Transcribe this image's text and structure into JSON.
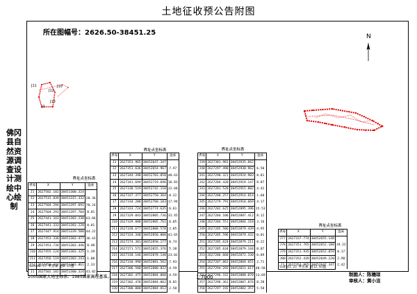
{
  "title": "土地征收预公告附图",
  "sheet_label": "所在图幅号：2626.50-38451.25",
  "north_label": "N",
  "side_label": "佛冈县自然资源调查设计测绘中心绘制",
  "map_labels": [
    "J13",
    "J12",
    "J1",
    "J11",
    "J10"
  ],
  "table_title": "界址点坐标表",
  "headers": [
    "点号",
    "X",
    "Y",
    "边长"
  ],
  "table1": {
    "rows": [
      [
        "J1",
        "2627502.182",
        "38451300.324"
      ],
      [
        "J2",
        "2627515.839",
        "38451315.332"
      ],
      [
        "J3",
        "2627504.294",
        "38451397.691"
      ],
      [
        "J4",
        "2627504.293",
        "38451397.704"
      ],
      [
        "J5",
        "2627441.343",
        "38451383.230"
      ],
      [
        "J6",
        "2627441.333",
        "38451383.228"
      ],
      [
        "J7",
        "2627447.914",
        "38451339.500"
      ],
      [
        "J8",
        "2627453.336",
        "38451303.477"
      ],
      [
        "J9",
        "2627453.734",
        "38451303.446"
      ],
      [
        "J10",
        "2627455.124",
        "38451303.325"
      ],
      [
        "J11",
        "2627456.119",
        "38451303.243"
      ],
      [
        "J12",
        "2627458.444",
        "38451303.061"
      ],
      [
        "J1",
        "2627502.182",
        "38451300.324"
      ]
    ],
    "dists": [
      "20.36",
      "78.24",
      "0.01",
      "63.66",
      "0.01",
      "44.22",
      "36.43",
      "0.40",
      "1.39",
      "1.00",
      "2.33",
      "43.82"
    ],
    "area": "S=5448.57 平方米  合8.17亩"
  },
  "table2": {
    "rows": [
      [
        "J1",
        "2627353.965",
        "38452647.347"
      ],
      [
        "J2",
        "2627351.636",
        "38452654.967"
      ],
      [
        "J3",
        "2627344.398",
        "38452703.058"
      ],
      [
        "J4",
        "2627341.694",
        "38452719.696"
      ],
      [
        "J5",
        "2627338.519",
        "38452742.118"
      ],
      [
        "J6",
        "2627337.377",
        "38452750.364"
      ],
      [
        "J7",
        "2627334.208",
        "38452768.103"
      ],
      [
        "J8",
        "2627333.724",
        "38452774.635"
      ],
      [
        "J9",
        "2627329.043",
        "38452805.736"
      ],
      [
        "J10",
        "2627329.088",
        "38452805.761"
      ],
      [
        "J11",
        "2627328.677",
        "38452808.578"
      ],
      [
        "J12",
        "2627324.348",
        "38452850.000"
      ],
      [
        "J13",
        "2627274.301",
        "38452850.177"
      ],
      [
        "J14",
        "2627271.572",
        "38452855.376"
      ],
      [
        "J15",
        "2627318.146",
        "38452878.140"
      ],
      [
        "J16",
        "2627310.990",
        "38452881.562"
      ],
      [
        "J17",
        "2627306.580",
        "38452880.822"
      ],
      [
        "J18",
        "2627302.475",
        "38452884.060"
      ],
      [
        "J19",
        "2627302.470",
        "38452884.062"
      ],
      [
        "J20",
        "2627300.000",
        "38452884.812"
      ]
    ],
    "dists": [
      "7.97",
      "48.63",
      "16.83",
      "22.68",
      "8.22",
      "17.94",
      "6.61",
      "31.45",
      "0.05",
      "2.85",
      "41.65",
      "0.74",
      "5.38",
      "23.02",
      "7.93",
      "4.59",
      "4.59",
      "0.01",
      "2.58"
    ]
  },
  "table3": {
    "rows": [
      [
        "J39",
        "2627301.981",
        "38452935.662"
      ],
      [
        "J40",
        "2627297.490",
        "38452930.962"
      ],
      [
        "J41",
        "2627290.321",
        "38452924.903"
      ],
      [
        "J42",
        "2627284.420",
        "38452919.147"
      ],
      [
        "J43",
        "2627281.520",
        "38452915.802"
      ],
      [
        "J44",
        "2627280.257",
        "38452914.814"
      ],
      [
        "J45",
        "2627279.791",
        "38452910.669"
      ],
      [
        "J46",
        "2627282.625",
        "38452895.396"
      ],
      [
        "J47",
        "2627284.106",
        "38452887.412"
      ],
      [
        "J48",
        "2627284.551",
        "38452884.310"
      ],
      [
        "J49",
        "2627285.586",
        "38452879.439"
      ],
      [
        "J50",
        "2627285.596",
        "38452879.432"
      ],
      [
        "J51",
        "2627285.624",
        "38452879.211"
      ],
      [
        "J52",
        "2627285.634",
        "38452879.144"
      ],
      [
        "J53",
        "2627286.660",
        "38452872.330"
      ],
      [
        "J54",
        "2627287.063",
        "38452869.651"
      ],
      [
        "J55",
        "2627294.293",
        "38452821.617"
      ],
      [
        "J56",
        "2627296.332",
        "38452808.070"
      ],
      [
        "J57",
        "2627296.361",
        "38452807.876"
      ],
      [
        "J58",
        "2627297.192",
        "38452802.357"
      ]
    ],
    "dists": [
      "6.50",
      "8.81",
      "8.87",
      "4.42",
      "1.60",
      "4.17",
      "15.53",
      "8.12",
      "3.16",
      "4.95",
      "0.01",
      "0.22",
      "0.07",
      "6.89",
      "2.71",
      "48.58",
      "13.69",
      "0.20",
      "5.58"
    ]
  },
  "table4": {
    "rows": [
      [
        "J77",
        "2627337.774",
        "38452655.148"
      ],
      [
        "J78",
        "2627351.765",
        "38452652.188"
      ],
      [
        "J79",
        "2627351.935",
        "38452652.059"
      ],
      [
        "J80",
        "2627352.439",
        "38452649.220"
      ],
      [
        "J1",
        "2627353.965",
        "38452647.347"
      ]
    ],
    "dists": [
      "19.22",
      "0.17",
      "2.98",
      "2.42"
    ],
    "area": "S=8541.25 平方米  合12.81亩"
  },
  "note": "2000国家大地坐标系、1985国家高程基准。",
  "scale": "1:7000",
  "maker": "制图人：陈穗琼",
  "checker": "审核人：黄小洁"
}
